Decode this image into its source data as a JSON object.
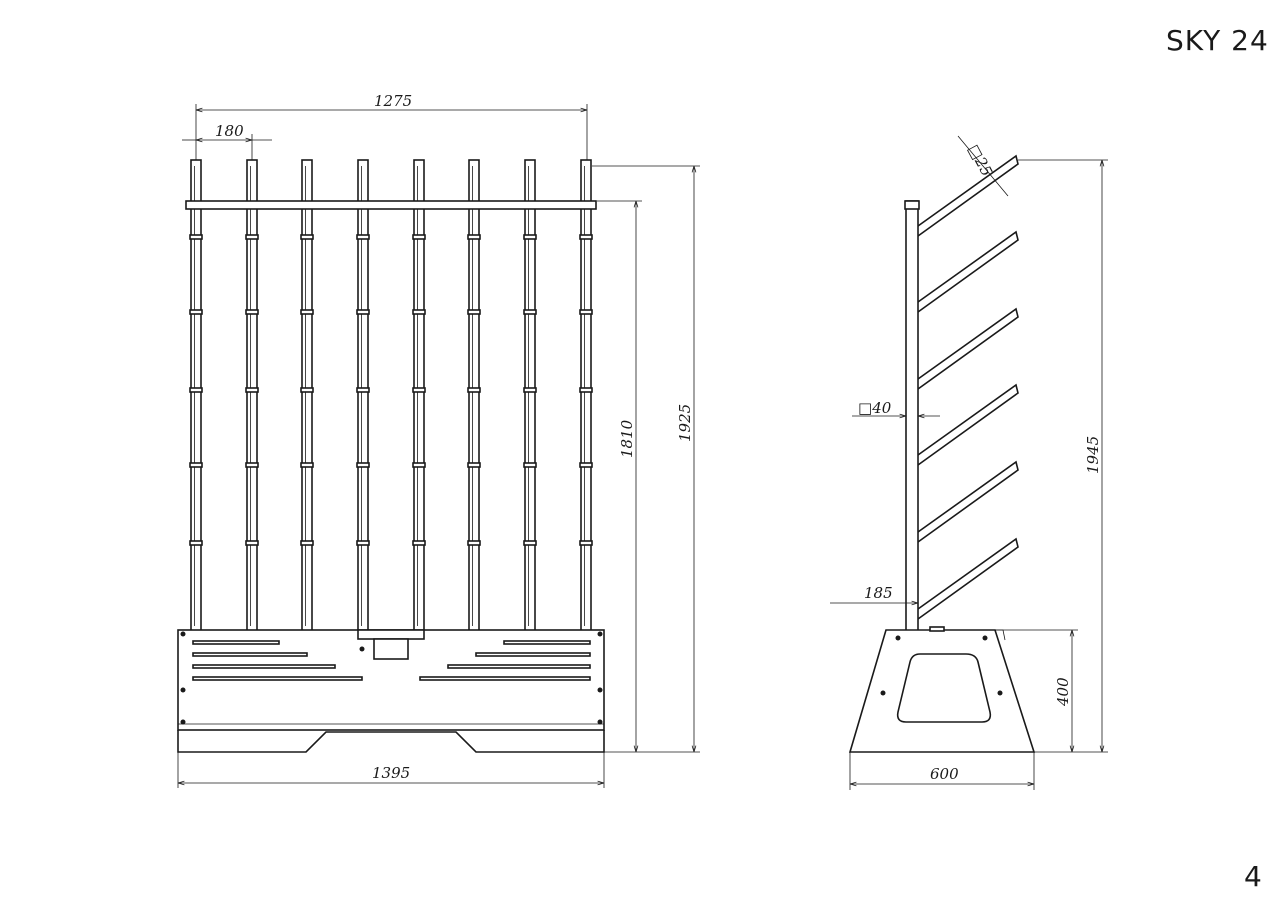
{
  "title": "SKY 24",
  "page_number": "4",
  "front_view": {
    "dimensions": {
      "overall_width_top": "1275",
      "post_spacing": "180",
      "height_to_bar": "1810",
      "total_height": "1925",
      "base_width": "1395"
    }
  },
  "side_view": {
    "dimensions": {
      "arm_section": "25",
      "post_section": "40",
      "post_offset": "185",
      "total_height": "1945",
      "base_height": "400",
      "base_depth": "600"
    }
  }
}
